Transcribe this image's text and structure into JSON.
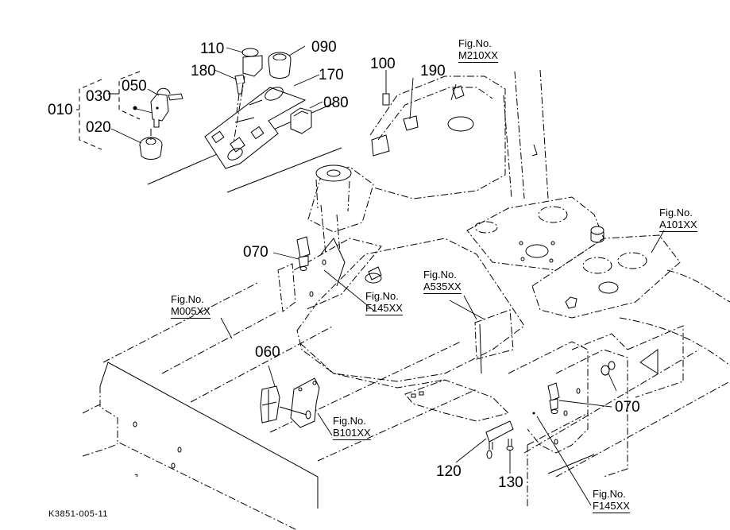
{
  "diagram": {
    "drawing_id": "K3851-005-11",
    "part_labels": [
      {
        "id": "010",
        "text": "010"
      },
      {
        "id": "020",
        "text": "020"
      },
      {
        "id": "030",
        "text": "030"
      },
      {
        "id": "050",
        "text": "050"
      },
      {
        "id": "060",
        "text": "060"
      },
      {
        "id": "070a",
        "text": "070"
      },
      {
        "id": "070b",
        "text": "070"
      },
      {
        "id": "080",
        "text": "080"
      },
      {
        "id": "090",
        "text": "090"
      },
      {
        "id": "100",
        "text": "100"
      },
      {
        "id": "110",
        "text": "110"
      },
      {
        "id": "120",
        "text": "120"
      },
      {
        "id": "130",
        "text": "130"
      },
      {
        "id": "170",
        "text": "170"
      },
      {
        "id": "180",
        "text": "180"
      },
      {
        "id": "190",
        "text": "190"
      }
    ],
    "figure_refs": [
      {
        "id": "m210",
        "prefix": "Fig.No.",
        "code": "M210XX"
      },
      {
        "id": "a101",
        "prefix": "Fig.No.",
        "code": "A101XX"
      },
      {
        "id": "m005",
        "prefix": "Fig.No.",
        "code": "M005XX"
      },
      {
        "id": "f145a",
        "prefix": "Fig.No.",
        "code": "F145XX"
      },
      {
        "id": "a535",
        "prefix": "Fig.No.",
        "code": "A535XX"
      },
      {
        "id": "b101",
        "prefix": "Fig.No.",
        "code": "B101XX"
      },
      {
        "id": "f145b",
        "prefix": "Fig.No.",
        "code": "F145XX"
      }
    ]
  }
}
